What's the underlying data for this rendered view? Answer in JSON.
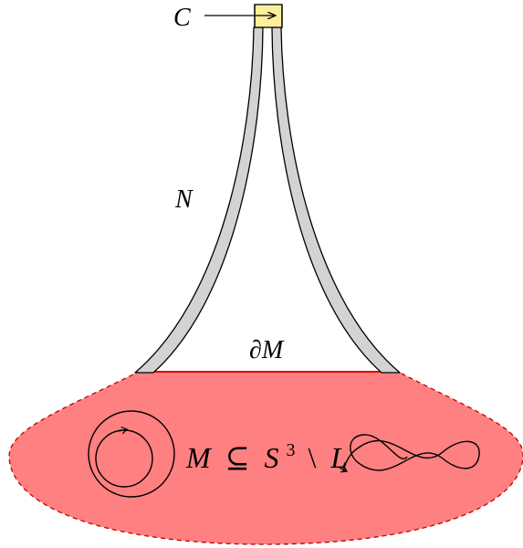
{
  "labels": {
    "c": "C",
    "n": "N",
    "boundary": "∂M",
    "formula_m": "M",
    "formula_subset": "⊆",
    "formula_s": "S",
    "formula_exp": "3",
    "formula_setminus": "\\",
    "formula_l": "L"
  },
  "colors": {
    "region_fill": "#ff8080",
    "region_edge": "#c00000",
    "boundary_line": "#e00000",
    "neck_fill": "#d3d3d3",
    "collar_fill": "#fbef9c",
    "stroke": "#000000"
  }
}
